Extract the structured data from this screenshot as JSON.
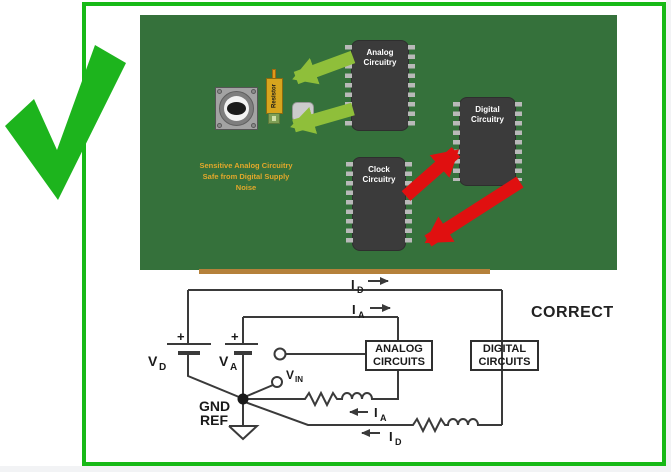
{
  "window": {
    "frame_color": "#17b917",
    "background": "#ffffff",
    "edge_strip_color": "#f2f3f5"
  },
  "checkmark": {
    "color": "#1db41d",
    "meaning": "approved-layout"
  },
  "pcb": {
    "bg_color": "#35713b",
    "chips": [
      {
        "line1": "Analog",
        "line2": "Circuitry"
      },
      {
        "line1": "Digital",
        "line2": "Circuitry"
      },
      {
        "line1": "Clock",
        "line2": "Circuitry"
      }
    ],
    "resistor_label": "Resistor",
    "caption": {
      "line1": "Sensitive Analog Circuitry",
      "line2": "Safe from Digital Supply",
      "line3": "Noise",
      "color": "#e2a82b"
    },
    "colors": {
      "safe_arrow": "#8fbf3a",
      "noise_arrow": "#e01010"
    }
  },
  "schematic": {
    "verdict": "CORRECT",
    "analog_box": {
      "line1": "ANALOG",
      "line2": "CIRCUITS"
    },
    "digital_box": {
      "line1": "DIGITAL",
      "line2": "CIRCUITS"
    },
    "labels": {
      "plus": "+",
      "i_main": "I",
      "d_sub": "D",
      "a_sub": "A",
      "v_main": "V",
      "vin_sub": "IN",
      "gnd": "GND",
      "ref": "REF"
    },
    "line_color": "#3a3a3a"
  }
}
